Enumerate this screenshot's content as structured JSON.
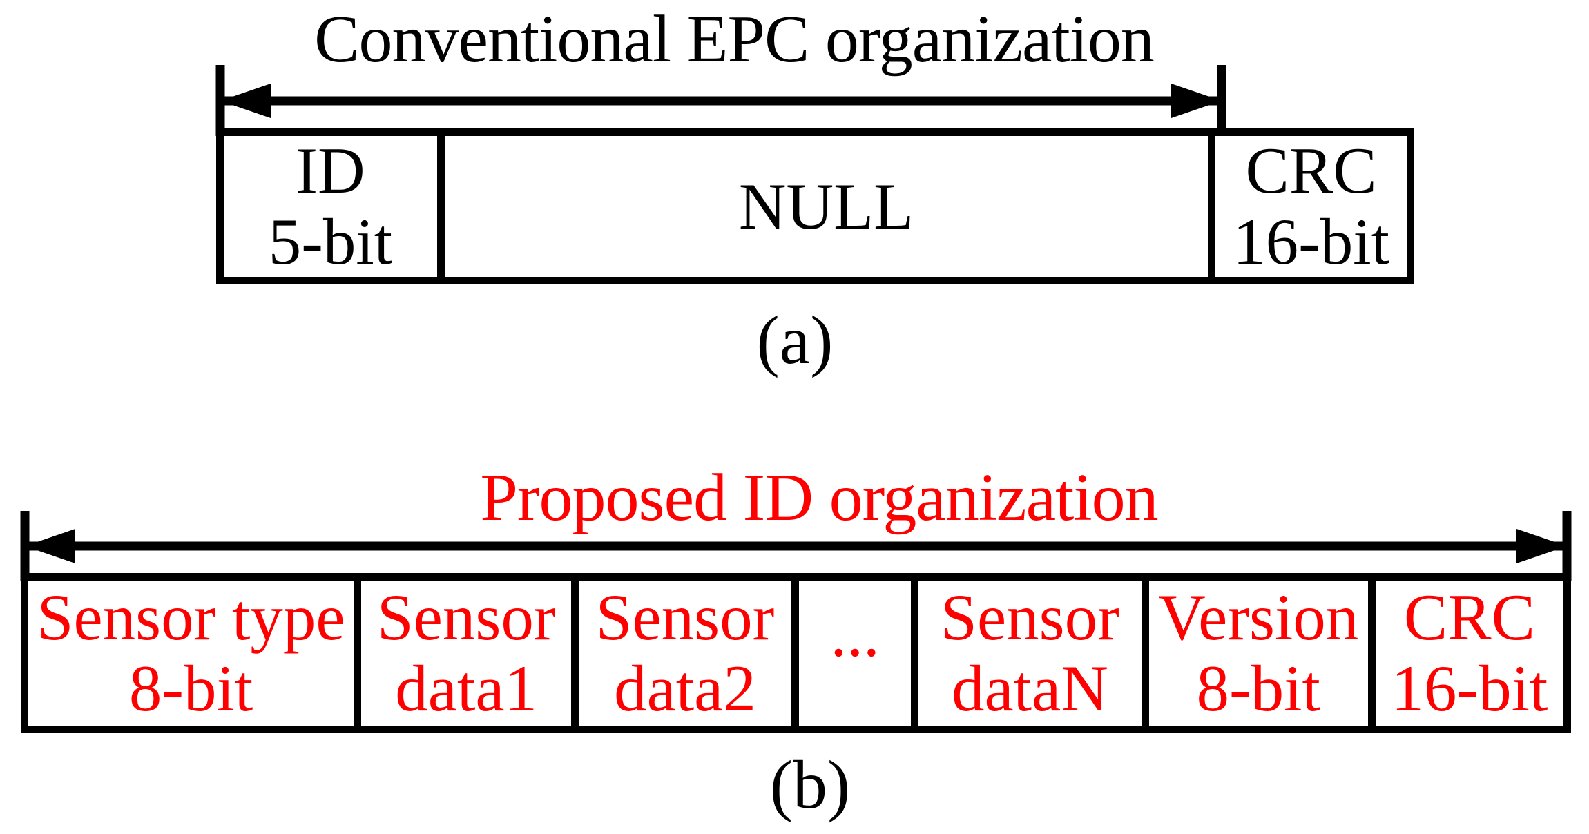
{
  "colors": {
    "panel_a_text": "#000000",
    "panel_b_text": "#ff0000",
    "lines": "#000000",
    "background": "#ffffff"
  },
  "panel_a": {
    "title": "Conventional EPC organization",
    "caption": "(a)",
    "cells": [
      {
        "lines": [
          "ID",
          "5-bit"
        ]
      },
      {
        "lines": [
          "NULL"
        ]
      },
      {
        "lines": [
          "CRC",
          "16-bit"
        ]
      }
    ]
  },
  "panel_b": {
    "title": "Proposed ID organization",
    "caption": "(b)",
    "cells": [
      {
        "lines": [
          "Sensor type",
          "8-bit"
        ]
      },
      {
        "lines": [
          "Sensor",
          "data1"
        ]
      },
      {
        "lines": [
          "Sensor",
          "data2"
        ]
      },
      {
        "lines": [
          "..."
        ]
      },
      {
        "lines": [
          "Sensor",
          "dataN"
        ]
      },
      {
        "lines": [
          "Version",
          "8-bit"
        ]
      },
      {
        "lines": [
          "CRC",
          "16-bit"
        ]
      }
    ]
  }
}
